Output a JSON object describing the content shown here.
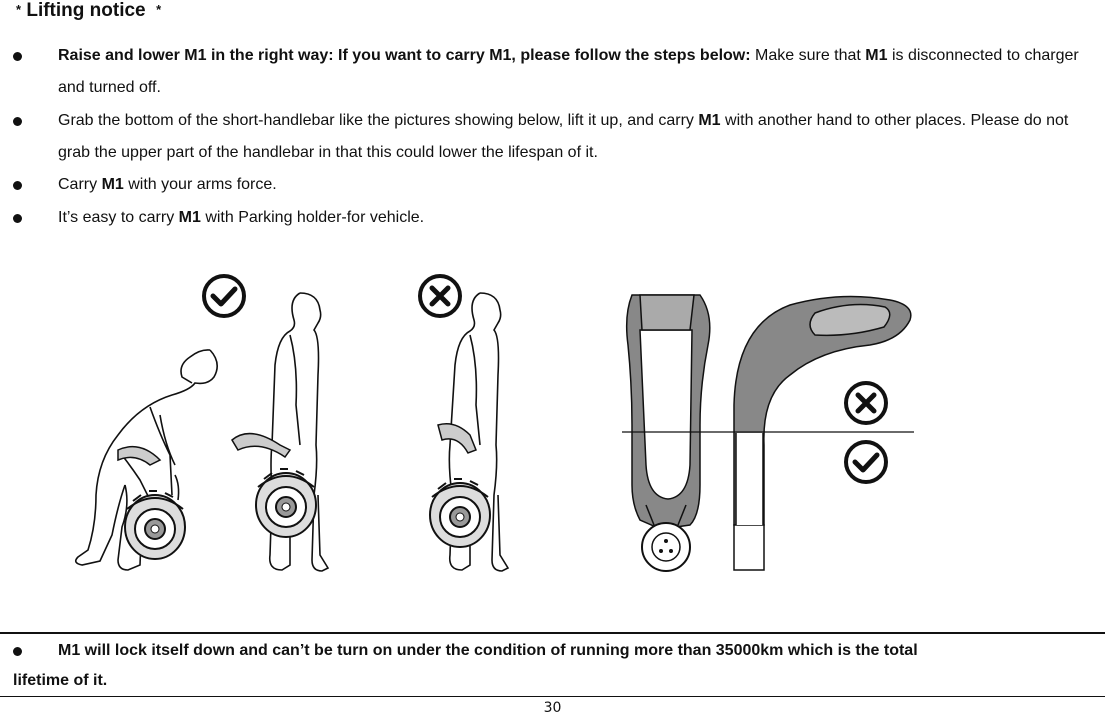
{
  "section_title": {
    "star": "*",
    "text": "Lifting notice",
    "star_right": "*"
  },
  "bullets": [
    {
      "bold": "Raise and lower M1 in the right way: If you want to carry M1, please follow the steps below:",
      "t1": " Make sure that ",
      "b2": "M1",
      "t2": " is disconnected to charger and turned off."
    },
    {
      "t1": "Grab the bottom of the short-handlebar like the pictures showing below, lift it up, and carry ",
      "b1": "M1",
      "t2": " with another hand to other places. Please do not grab the upper part of the handlebar in that this could lower the lifespan of it."
    },
    {
      "t1": "Carry ",
      "b1": "M1",
      "t2": " with your arms force."
    },
    {
      "t1": "It’s easy to carry ",
      "b1": "M1",
      "t2": " with Parking holder-for vehicle."
    }
  ],
  "final_note": {
    "line1": "M1 will lock itself down and can’t be turn on under the condition of running more than 35000km which is the total",
    "line2": "lifetime of it."
  },
  "page_number": "30",
  "icons": {
    "correct": "check-circle-icon",
    "wrong": "x-circle-icon"
  }
}
